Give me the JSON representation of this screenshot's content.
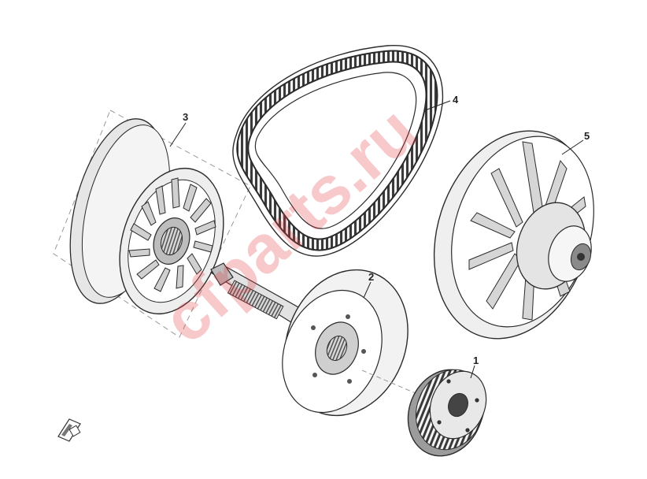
{
  "diagram": {
    "callouts": [
      {
        "id": "1",
        "label": "1"
      },
      {
        "id": "2",
        "label": "2"
      },
      {
        "id": "3",
        "label": "3"
      },
      {
        "id": "4",
        "label": "4"
      },
      {
        "id": "5",
        "label": "5"
      }
    ],
    "watermark_text": "cfparts.ru",
    "colors": {
      "line": "#2b2b2b",
      "fill_light": "#e8e8e8",
      "fill_mid": "#bdbdbd",
      "fill_dark": "#555555",
      "watermark": "#e63c46"
    },
    "icons": {
      "nav": "back-arrow-icon"
    }
  }
}
